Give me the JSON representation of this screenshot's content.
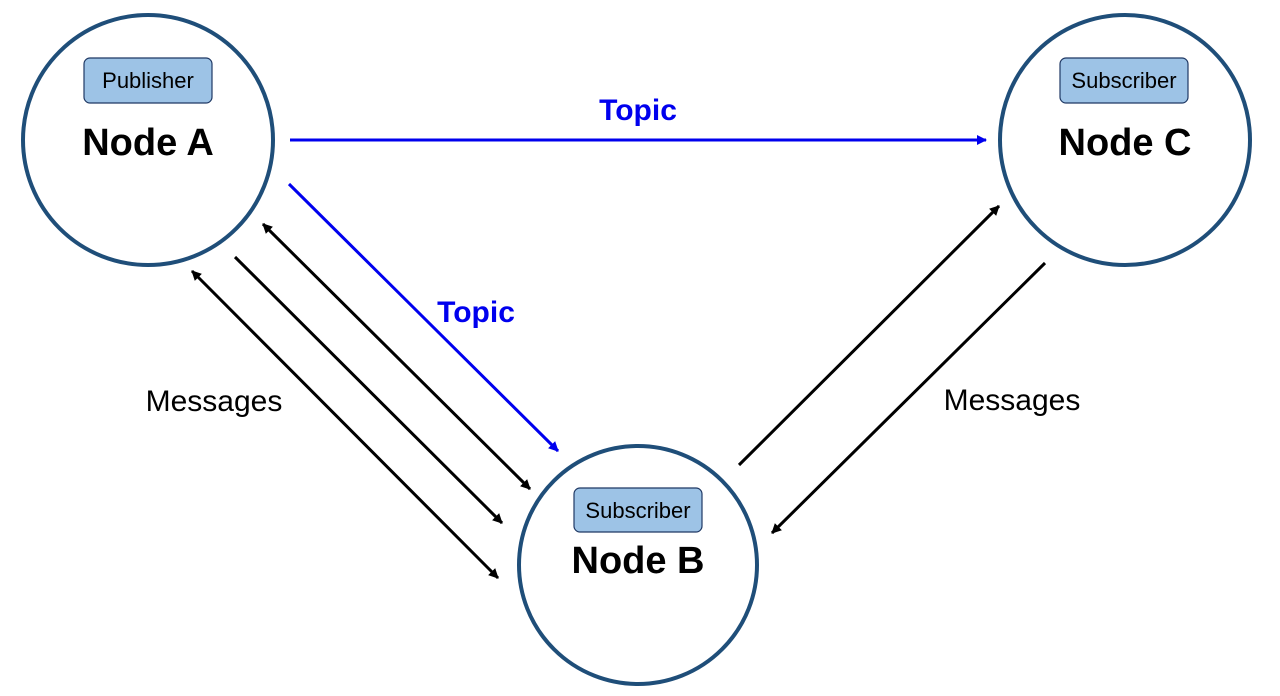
{
  "colors": {
    "node_border": "#1f4e79",
    "role_fill": "#9dc3e6",
    "topic": "#0000ee",
    "messages": "#000000"
  },
  "nodes": {
    "a": {
      "title": "Node A",
      "role": "Publisher"
    },
    "b": {
      "title": "Node B",
      "role": "Subscriber"
    },
    "c": {
      "title": "Node C",
      "role": "Subscriber"
    }
  },
  "edges": {
    "topic_a_c": "Topic",
    "topic_a_b": "Topic",
    "messages_a_b": "Messages",
    "messages_b_c": "Messages"
  }
}
